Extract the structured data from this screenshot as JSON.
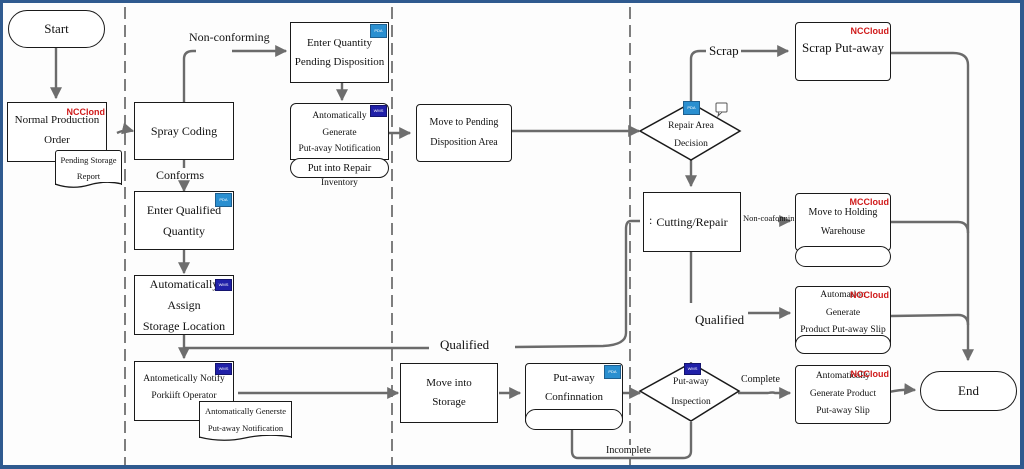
{
  "diagram": {
    "type": "cross-functional flowchart",
    "lanes": 4,
    "nodes": {
      "start": "Start",
      "end": "End",
      "normal_production_order": {
        "title_line1": "Normal Production",
        "title_line2": "Order",
        "tag": "NCClond"
      },
      "pending_storage_report": {
        "line1": "Pending Storage",
        "line2": "Report"
      },
      "spray_coding": "Spray Coding",
      "enter_quantity_pending": {
        "line1": "Enter Quantity",
        "line2": "Pending Disposition"
      },
      "auto_generate_putaway": {
        "line1": "Antomatically",
        "line2": "Generate",
        "line3": "Put-avay Notification"
      },
      "put_into_repair": {
        "line1": "Put into Repair",
        "line2": "Inventory"
      },
      "enter_qualified_quantity": {
        "line1": "Enter Qualified",
        "line2": "Quantity"
      },
      "auto_assign_storage": {
        "line1": "Automatically",
        "line2": "Assign",
        "line3": "Storage Location"
      },
      "auto_notify_forklift": {
        "line1": "Antometically Notify",
        "line2": "Porkiift Operator"
      },
      "auto_generate_putaway_2": {
        "line1": "Antomatically Generste",
        "line2": "Put-away Notification"
      },
      "move_to_pending_area": {
        "line1": "Move to Pending",
        "line2": "Disposition Area"
      },
      "move_into_storage": {
        "line1": "Move into",
        "line2": "Storage"
      },
      "putaway_confirmation": {
        "line1": "Put-away",
        "line2": "Confinnation"
      },
      "repair_area_decision": {
        "line1": "Repair Area",
        "line2": "Decision"
      },
      "cutting_repair": {
        "prefix": ":",
        "label": "Cutting/Repair"
      },
      "putaway_inspection": {
        "line1": "Put-away",
        "line2": "Inspection"
      },
      "scrap_putaway": {
        "label": "Scrap Put-away",
        "tag": "NCCloud"
      },
      "move_to_holding": {
        "line1": "Move to Holding",
        "line2": "Warehouse",
        "tag": "MCCloud"
      },
      "auto_generate_product_slip_1": {
        "line1": "Automation",
        "line2": "Generate",
        "line3": "Product Put-away Slip",
        "tag": "NOCloud"
      },
      "auto_generate_product_slip_2": {
        "line1": "Antomatically",
        "line2": "Generate Product",
        "line3": "Put-away Slip",
        "tag": "NCCloud"
      }
    },
    "edge_labels": {
      "non_conforming": "Non-conforming",
      "conforms": "Conforms",
      "qualified_main": "Qualified",
      "scrap": "Scrap",
      "non_conforming_small": "Non-coafonning",
      "qualified_repair": "Qualified",
      "complete": "Complete",
      "incomplete": "Incomplete"
    },
    "badges": {
      "pda": "PDA",
      "wms": "WMS"
    },
    "colors": {
      "frame": "#2f5a8f",
      "tag_red": "#d01a1a",
      "badge_blue": "#2a8fd0",
      "badge_navy": "#2020a8",
      "connector": "#6b6b6b"
    }
  }
}
